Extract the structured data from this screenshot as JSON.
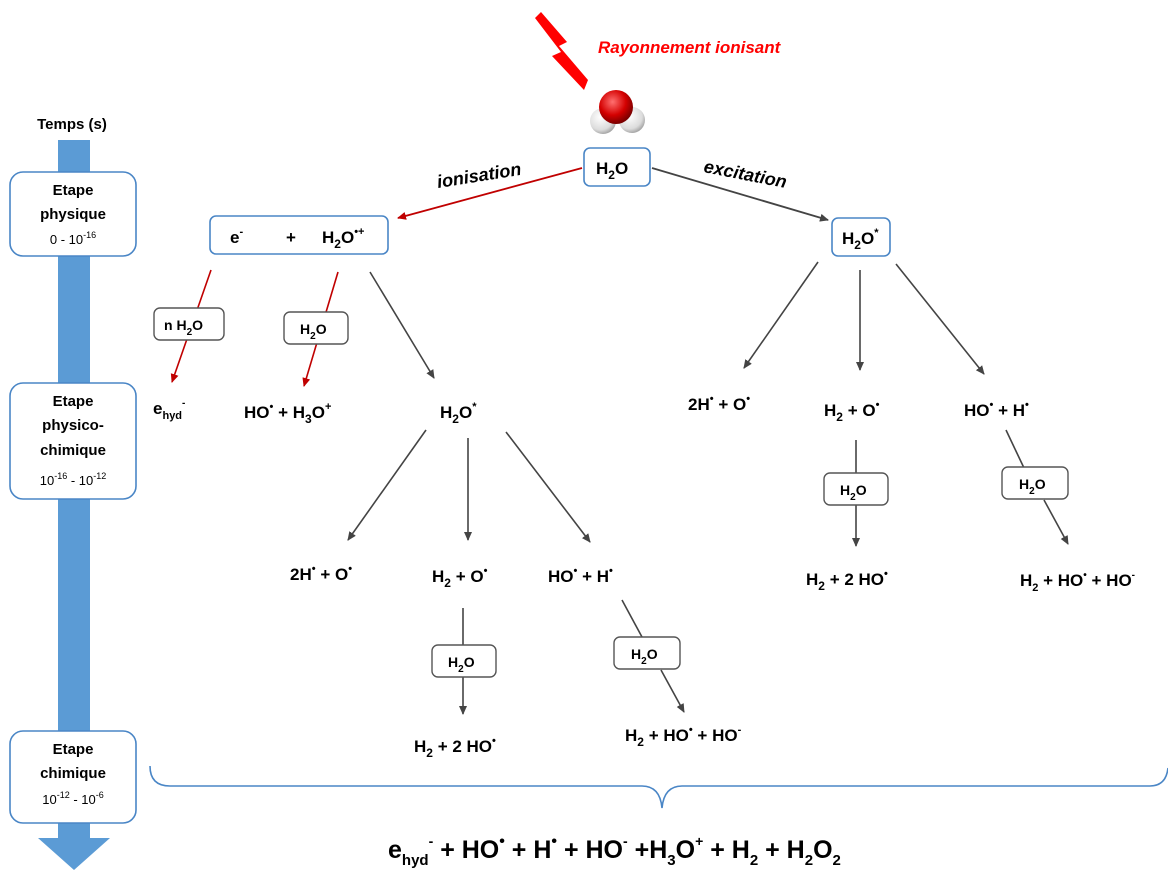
{
  "radiation_label": "Rayonnement ionisant",
  "time_axis_label": "Temps (s)",
  "stages": [
    {
      "line1": "Etape",
      "line2": "physique",
      "time": "0 - 10",
      "time_exp": "-16"
    },
    {
      "line1": "Etape",
      "line2": "physico-",
      "line3": "chimique",
      "time_a": "10",
      "time_a_exp": "-16",
      "time_mid": " - 10",
      "time_b_exp": "-12"
    },
    {
      "line1": "Etape",
      "line2": "chimique",
      "time_a": "10",
      "time_a_exp": "-12",
      "time_mid": " - 10",
      "time_b_exp": "-6"
    }
  ],
  "processes": {
    "ionisation": "ionisation",
    "excitation": "excitation"
  },
  "molecule": "H",
  "sub2": "2",
  "o": "O",
  "colors": {
    "accent_red": "#c00000",
    "box_border": "#4a86c6",
    "axis_blue": "#5b9bd5",
    "arrow_gray": "#444444"
  },
  "labels": {
    "e": "e",
    "minus": "-",
    "plus": "+",
    "dot_plus": "•+",
    "star": "*",
    "n_h2o": "n H",
    "ehyd": "e",
    "hyd": "hyd",
    "ho": "HO",
    "dot": "•",
    "h3o_plus": "+",
    "two_h": "2H",
    "plus_o": " + O",
    "h2_plus_o": " + O",
    "ho_plus_h": " + H",
    "h2_2ho": " + 2 HO",
    "h2_ho_ho": " + HO",
    "plus_ho": " + HO"
  },
  "final_products": "e_hyd- + HO• + H• + HO- + H3O+ + H2 + H2O2"
}
